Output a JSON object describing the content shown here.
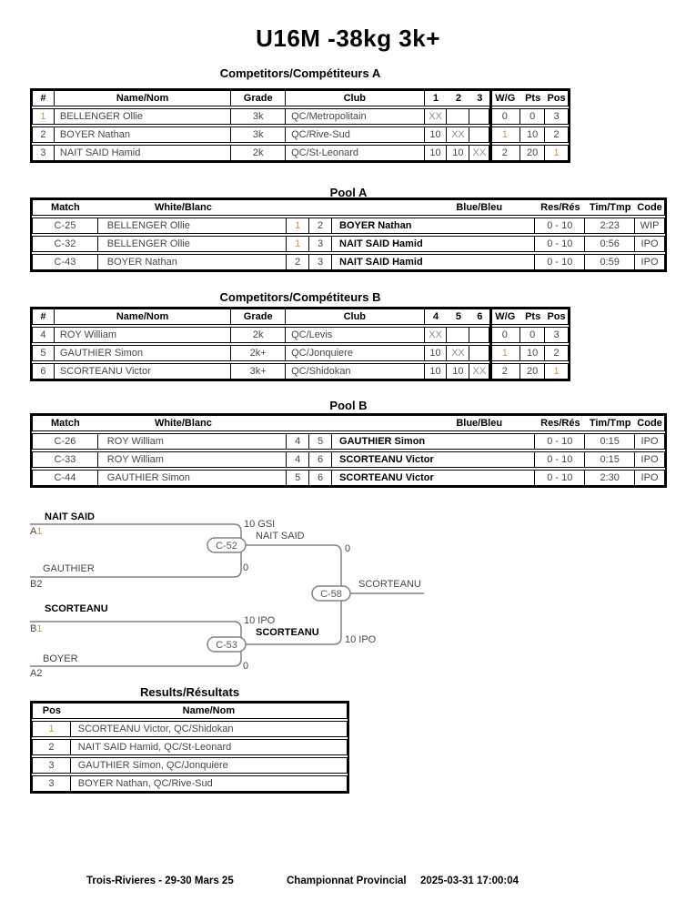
{
  "page": {
    "title": "U16M -38kg 3k+",
    "footer": {
      "venue_date": "Trois-Rivieres - 29-30 Mars 25",
      "event": "Championnat Provincial",
      "printed": "2025-03-31 17:00:04"
    }
  },
  "colors": {
    "accent_gold": "#C49B4B",
    "bracket_line": "#828282",
    "border": "#000000"
  },
  "competitors_a": {
    "title": "Competitors/Compétiteurs A",
    "headers": [
      "#",
      "Name/Nom",
      "Grade",
      "Club",
      "1",
      "2",
      "3",
      "W/G",
      "Pts",
      "Pos"
    ],
    "rows": [
      {
        "num": "1",
        "name": "BELLENGER Ollie",
        "grade": "3k",
        "club": "QC/Metropolitain",
        "s1": "XX",
        "s2": "",
        "s3": "",
        "wg": "0",
        "pts": "0",
        "pos": "3"
      },
      {
        "num": "2",
        "name": "BOYER Nathan",
        "grade": "3k",
        "club": "QC/Rive-Sud",
        "s1": "10",
        "s2": "XX",
        "s3": "",
        "wg": "1",
        "pts": "10",
        "pos": "2"
      },
      {
        "num": "3",
        "name": "NAIT SAID Hamid",
        "grade": "2k",
        "club": "QC/St-Leonard",
        "s1": "10",
        "s2": "10",
        "s3": "XX",
        "wg": "2",
        "pts": "20",
        "pos": "1"
      }
    ]
  },
  "pool_a": {
    "title": "Pool A",
    "headers": [
      "Match",
      "White/Blanc",
      "Blue/Bleu",
      "Res/Rés",
      "Tim/Tmp",
      "Code"
    ],
    "rows": [
      {
        "match": "C-25",
        "white": "BELLENGER Ollie",
        "wn": "1",
        "bn": "2",
        "blue": "BOYER Nathan",
        "res": "0 - 10",
        "time": "2:23",
        "code": "WIP"
      },
      {
        "match": "C-32",
        "white": "BELLENGER Ollie",
        "wn": "1",
        "bn": "3",
        "blue": "NAIT SAID Hamid",
        "res": "0 - 10",
        "time": "0:56",
        "code": "IPO"
      },
      {
        "match": "C-43",
        "white": "BOYER Nathan",
        "wn": "2",
        "bn": "3",
        "blue": "NAIT SAID Hamid",
        "res": "0 - 10",
        "time": "0:59",
        "code": "IPO"
      }
    ]
  },
  "competitors_b": {
    "title": "Competitors/Compétiteurs B",
    "headers": [
      "#",
      "Name/Nom",
      "Grade",
      "Club",
      "4",
      "5",
      "6",
      "W/G",
      "Pts",
      "Pos"
    ],
    "rows": [
      {
        "num": "4",
        "name": "ROY William",
        "grade": "2k",
        "club": "QC/Levis",
        "s1": "XX",
        "s2": "",
        "s3": "",
        "wg": "0",
        "pts": "0",
        "pos": "3"
      },
      {
        "num": "5",
        "name": "GAUTHIER Simon",
        "grade": "2k+",
        "club": "QC/Jonquiere",
        "s1": "10",
        "s2": "XX",
        "s3": "",
        "wg": "1",
        "pts": "10",
        "pos": "2"
      },
      {
        "num": "6",
        "name": "SCORTEANU Victor",
        "grade": "3k+",
        "club": "QC/Shidokan",
        "s1": "10",
        "s2": "10",
        "s3": "XX",
        "wg": "2",
        "pts": "20",
        "pos": "1"
      }
    ]
  },
  "pool_b": {
    "title": "Pool B",
    "headers": [
      "Match",
      "White/Blanc",
      "Blue/Bleu",
      "Res/Rés",
      "Tim/Tmp",
      "Code"
    ],
    "rows": [
      {
        "match": "C-26",
        "white": "ROY William",
        "wn": "4",
        "bn": "5",
        "blue": "GAUTHIER Simon",
        "res": "0 - 10",
        "time": "0:15",
        "code": "IPO"
      },
      {
        "match": "C-33",
        "white": "ROY William",
        "wn": "4",
        "bn": "6",
        "blue": "SCORTEANU Victor",
        "res": "0 - 10",
        "time": "0:15",
        "code": "IPO"
      },
      {
        "match": "C-44",
        "white": "GAUTHIER Simon",
        "wn": "5",
        "bn": "6",
        "blue": "SCORTEANU Victor",
        "res": "0 - 10",
        "time": "2:30",
        "code": "IPO"
      }
    ]
  },
  "bracket": {
    "semi1": {
      "code": "C-52",
      "top": {
        "name": "NAIT SAID",
        "seed_letter": "A",
        "seed_num": "1",
        "score": "10 GSI"
      },
      "bottom": {
        "name": "GAUTHIER",
        "seed_letter": "B",
        "seed_num": "2",
        "score": "0"
      },
      "winner": "NAIT SAID"
    },
    "semi2": {
      "code": "C-53",
      "top": {
        "name": "SCORTEANU",
        "seed_letter": "B",
        "seed_num": "1",
        "score": "10 IPO"
      },
      "bottom": {
        "name": "BOYER",
        "seed_letter": "A",
        "seed_num": "2",
        "score": "0"
      },
      "winner": "SCORTEANU"
    },
    "final": {
      "code": "C-58",
      "top_score": "0",
      "bottom_score": "10 IPO",
      "winner": "SCORTEANU"
    }
  },
  "results": {
    "title": "Results/Résultats",
    "headers": [
      "Pos",
      "Name/Nom"
    ],
    "rows": [
      {
        "pos": "1",
        "name": "SCORTEANU Victor, QC/Shidokan"
      },
      {
        "pos": "2",
        "name": "NAIT SAID Hamid, QC/St-Leonard"
      },
      {
        "pos": "3",
        "name": "GAUTHIER Simon, QC/Jonquiere"
      },
      {
        "pos": "3",
        "name": "BOYER Nathan, QC/Rive-Sud"
      }
    ]
  }
}
